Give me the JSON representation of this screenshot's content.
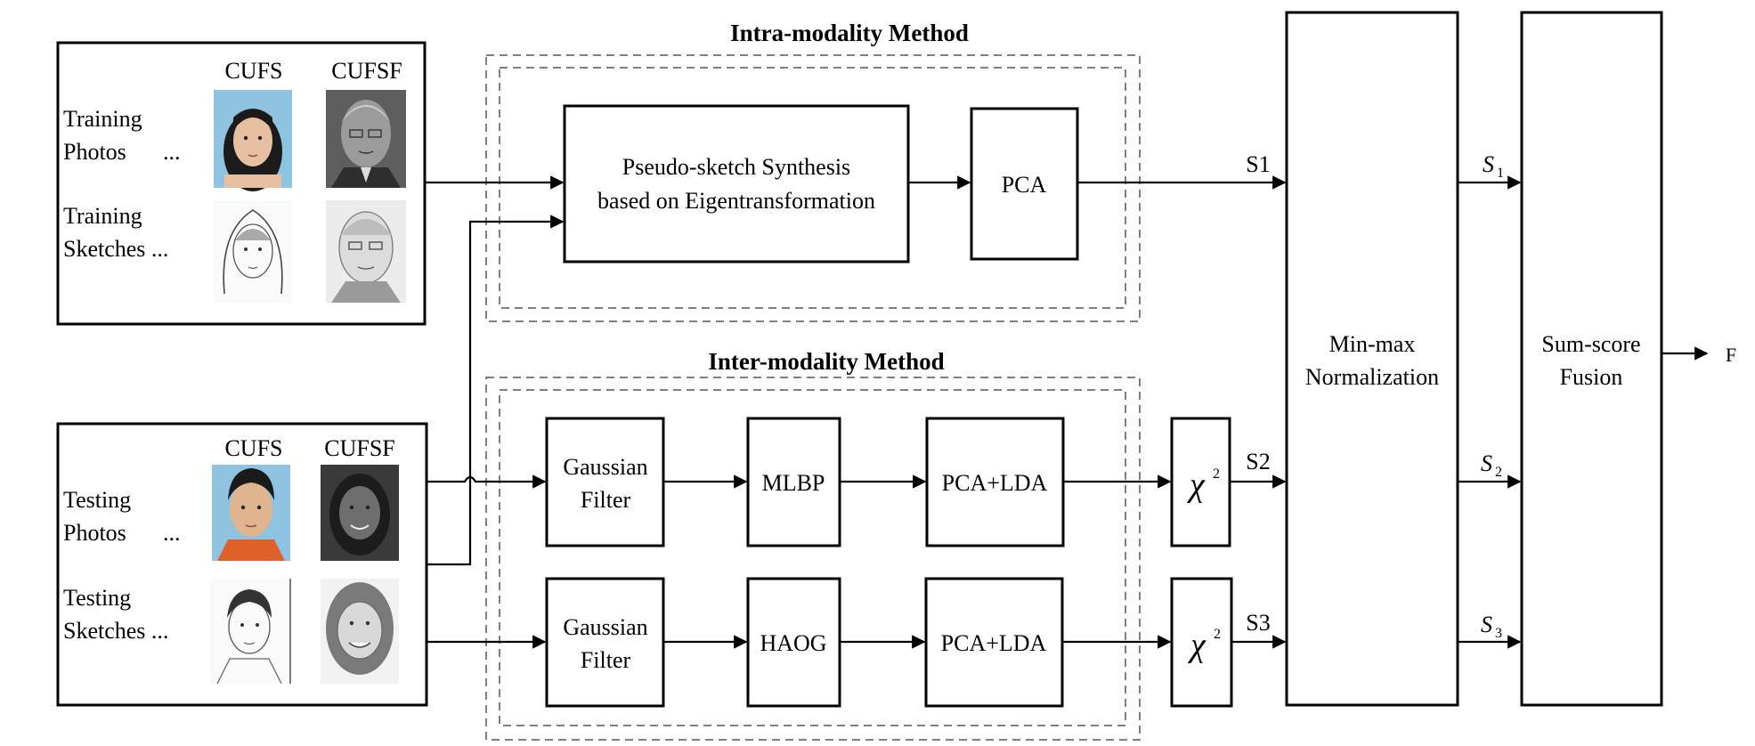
{
  "training_panel": {
    "col1": "CUFS",
    "col2": "CUFSF",
    "row1_line1": "Training",
    "row1_line2": "Photos",
    "row1_ellipsis": "...",
    "row2_line1": "Training",
    "row2_line2": "Sketches ..."
  },
  "testing_panel": {
    "col1": "CUFS",
    "col2": "CUFSF",
    "row1_line1": "Testing",
    "row1_line2": "Photos",
    "row1_ellipsis": "...",
    "row2_line1": "Testing",
    "row2_line2": "Sketches ..."
  },
  "intra": {
    "title": "Intra-modality Method",
    "synthesis_line1": "Pseudo-sketch Synthesis",
    "synthesis_line2": "based on Eigentransformation",
    "pca": "PCA"
  },
  "inter": {
    "title": "Inter-modality Method",
    "row1": {
      "filter_line1": "Gaussian",
      "filter_line2": "Filter",
      "feature": "MLBP",
      "proj": "PCA+LDA",
      "chi": "χ",
      "chi_sup": "2"
    },
    "row2": {
      "filter_line1": "Gaussian",
      "filter_line2": "Filter",
      "feature": "HAOG",
      "proj": "PCA+LDA",
      "chi": "χ",
      "chi_sup": "2"
    }
  },
  "scores": {
    "s1": "S1",
    "s2": "S2",
    "s3": "S3"
  },
  "normalized": {
    "s1": "S",
    "s1_sub": "1",
    "s2": "S",
    "s2_sub": "2",
    "s3": "S",
    "s3_sub": "3"
  },
  "normalization": {
    "line1": "Min-max",
    "line2": "Normalization"
  },
  "fusion": {
    "line1": "Sum-score",
    "line2": "Fusion"
  },
  "output": "F"
}
